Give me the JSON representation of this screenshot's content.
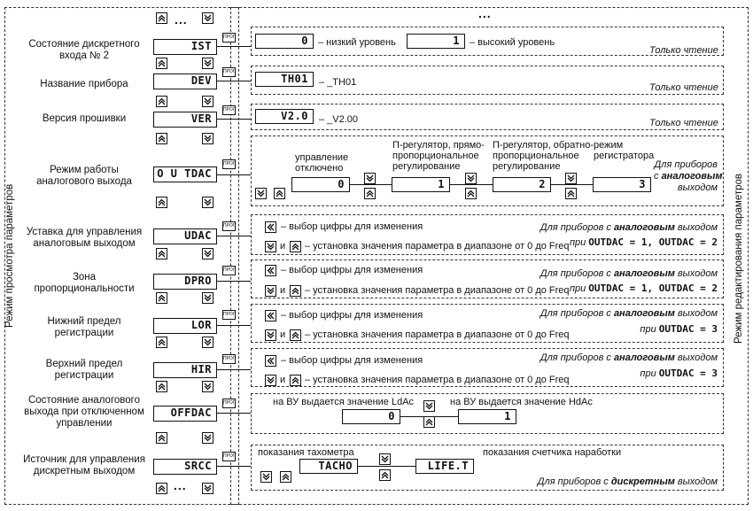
{
  "sections": {
    "view_mode": "Режим просмотра параметров",
    "edit_mode": "Режим редактирования параметров"
  },
  "prog_label": "ПРОГ",
  "dots": "...",
  "read_only": "Только чтение",
  "rows": [
    {
      "label1": "Состояние дискретного",
      "label2": "входа № 2",
      "code": "IST"
    },
    {
      "label1": "Название прибора",
      "label2": "",
      "code": "DEV"
    },
    {
      "label1": "Версия прошивки",
      "label2": "",
      "code": "VER"
    },
    {
      "label1": "Режим работы",
      "label2": "аналогового выхода",
      "code": "O U TDAC"
    },
    {
      "label1": "Уставка для управления",
      "label2": "аналоговым выходом",
      "code": "UDAC"
    },
    {
      "label1": "Зона",
      "label2": "пропорциональности",
      "code": "DPRO"
    },
    {
      "label1": "Нижний предел",
      "label2": "регистрации",
      "code": "LOR"
    },
    {
      "label1": "Верхний предел",
      "label2": "регистрации",
      "code": "HIR"
    },
    {
      "label1": "Состояние аналогового",
      "label2": "выхода при отключенном",
      "label3": "управлении",
      "code": "OFFDAC"
    },
    {
      "label1": "Источник для управления",
      "label2": "дискретным выходом",
      "code": "SRCC"
    }
  ],
  "ist": {
    "v0": "0",
    "t0": "– низкий уровень",
    "v1": "1",
    "t1": "– высокий уровень"
  },
  "dev": {
    "v": "TH01",
    "t": "– _TH01"
  },
  "ver": {
    "v": "V2.0",
    "t": "– _V2.00"
  },
  "outdac": {
    "c0": "управление",
    "c0b": "отключено",
    "c1a": "П-регулятор, прямо-",
    "c1b": "пропорциональное",
    "c1c": "регулирование",
    "c2a": "П-регулятор, обратно-",
    "c2b": "пропорциональное",
    "c2c": "регулирование",
    "c3a": "режим",
    "c3b": "регистратора",
    "v0": "0",
    "v1": "1",
    "v2": "2",
    "v3": "3",
    "note1": "Для приборов",
    "note2": "с",
    "note3": "аналоговым",
    "note4": "выходом"
  },
  "edit": {
    "digit": "– выбор цифры для изменения",
    "and": "и",
    "range": "– установка значения параметра в диапазоне от 0 до Freq",
    "note_pre": "Для приборов с",
    "note_bold": "аналоговым",
    "note_post": "выходом",
    "when": "при",
    "cond12": "OUTDAC = 1, OUTDAC = 2",
    "cond3": "OUTDAC = 3"
  },
  "offdac": {
    "t0": "на ВУ выдается значение LdAc",
    "v0": "0",
    "t1": "на ВУ выдается значение HdAc",
    "v1": "1"
  },
  "srcc": {
    "t0": "показания тахометра",
    "v0": "TACHO",
    "t1": "показания счетчика наработки",
    "v1": "LIFE.T",
    "note_pre": "Для приборов с",
    "note_bold": "дискретным",
    "note_post": "выходом"
  }
}
